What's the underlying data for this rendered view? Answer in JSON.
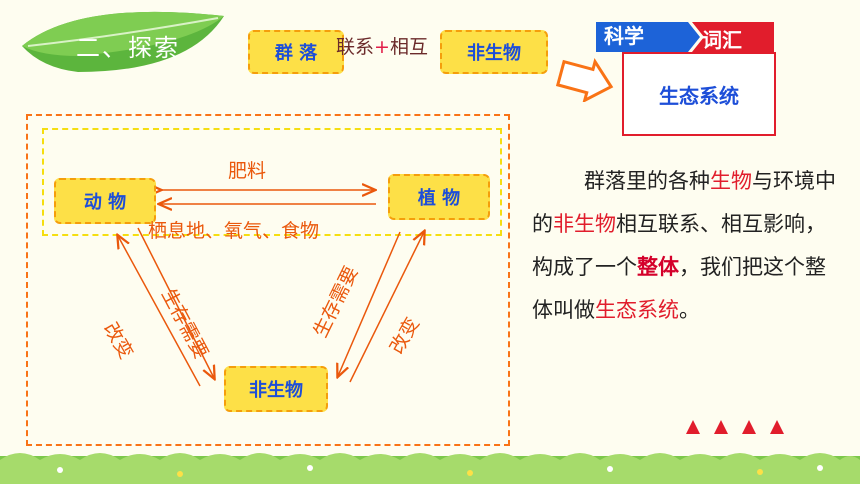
{
  "title": {
    "text": "二、探索"
  },
  "top_row": {
    "box_left": "群 落",
    "partial_text_a": "联系",
    "partial_plus": "+",
    "partial_text_b": "相互",
    "box_right": "非生物"
  },
  "vocab": {
    "banner_left": "科学",
    "banner_right": "词汇",
    "term": "生态系统"
  },
  "diagram": {
    "node_animal": "动 物",
    "node_plant": "植 物",
    "node_nonliving": "非生物",
    "label_fertilizer": "肥料",
    "label_habitat": "栖息地、氧气、食物",
    "label_needs_left": "生存需要",
    "label_change_left": "改变",
    "label_needs_right": "生存需要",
    "label_change_right": "改变"
  },
  "paragraph": {
    "p1": "群落里的各种",
    "p1_red": "生物",
    "p2": "与环境中的",
    "p2_red": "非生物",
    "p3": "相互联系、相互影响，构成了一个",
    "p3_bold": "整体",
    "p4": "，我们把这个整体叫做",
    "p4_red": "生态系统",
    "p5": "。"
  },
  "colors": {
    "orange": "#ea580c",
    "yellow_box": "#fde047",
    "blue_text": "#1d4ed8",
    "red": "#e11d2c"
  }
}
